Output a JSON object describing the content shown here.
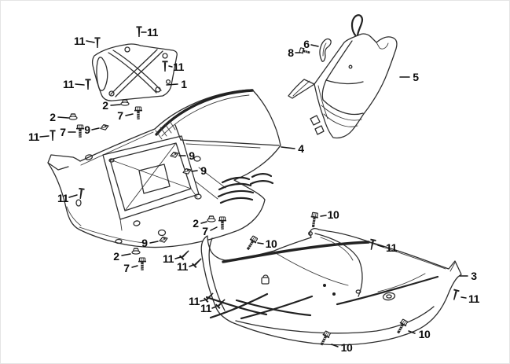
{
  "palette": {
    "background": "#ffffff",
    "line": "#2e2e2e",
    "label": "#0c0c0c"
  },
  "callouts": [
    {
      "label": "11"
    },
    {
      "label": "11"
    },
    {
      "label": "11"
    },
    {
      "label": "11"
    },
    {
      "label": "1"
    },
    {
      "label": "2"
    },
    {
      "label": "7"
    },
    {
      "label": "2"
    },
    {
      "label": "7"
    },
    {
      "label": "9"
    },
    {
      "label": "11"
    },
    {
      "label": "11"
    },
    {
      "label": "9"
    },
    {
      "label": "9"
    },
    {
      "label": "2"
    },
    {
      "label": "7"
    },
    {
      "label": "9"
    },
    {
      "label": "2"
    },
    {
      "label": "7"
    },
    {
      "label": "11"
    },
    {
      "label": "11"
    },
    {
      "label": "4"
    },
    {
      "label": "6"
    },
    {
      "label": "8"
    },
    {
      "label": "5"
    },
    {
      "label": "10"
    },
    {
      "label": "10"
    },
    {
      "label": "11"
    },
    {
      "label": "3"
    },
    {
      "label": "11"
    },
    {
      "label": "11"
    },
    {
      "label": "11"
    },
    {
      "label": "10"
    },
    {
      "label": "10"
    }
  ]
}
